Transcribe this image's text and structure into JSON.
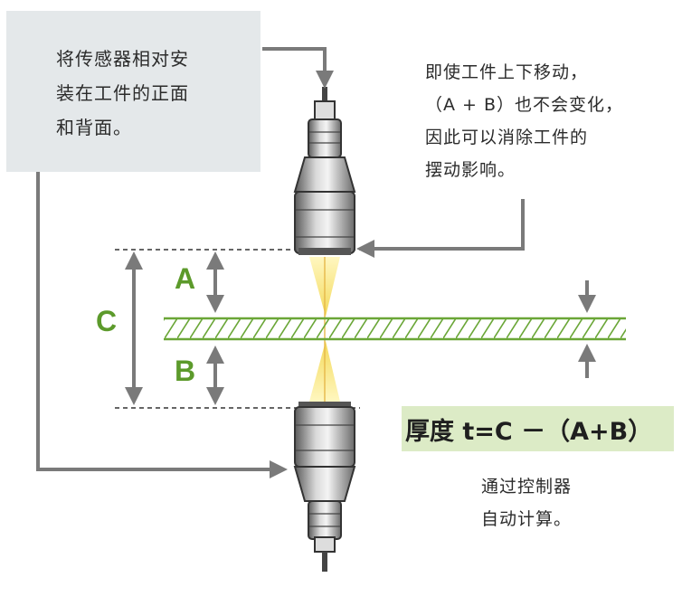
{
  "callouts": {
    "mount": "将传感器相对安\n装在工件的正面\n和背面。",
    "effect": "即使工件上下移动，\n（A + B）也不会变化，\n因此可以消除工件的\n摆动影响。",
    "controller": "通过控制器\n自动计算。"
  },
  "labels": {
    "a": "A",
    "b": "B",
    "c": "C"
  },
  "formula": "厚度 t=C －（A+B）",
  "colors": {
    "accent_green": "#5c9a2b",
    "workpiece_line": "#6aa637",
    "formula_bg": "#dcebc6",
    "callout_bg": "#e4e8ea",
    "arrow_gray": "#7a7a7a",
    "beam_yellow": "#f6e27a"
  },
  "icons": {
    "upper_sensor": "laser-sensor-icon",
    "lower_sensor": "laser-sensor-icon"
  }
}
